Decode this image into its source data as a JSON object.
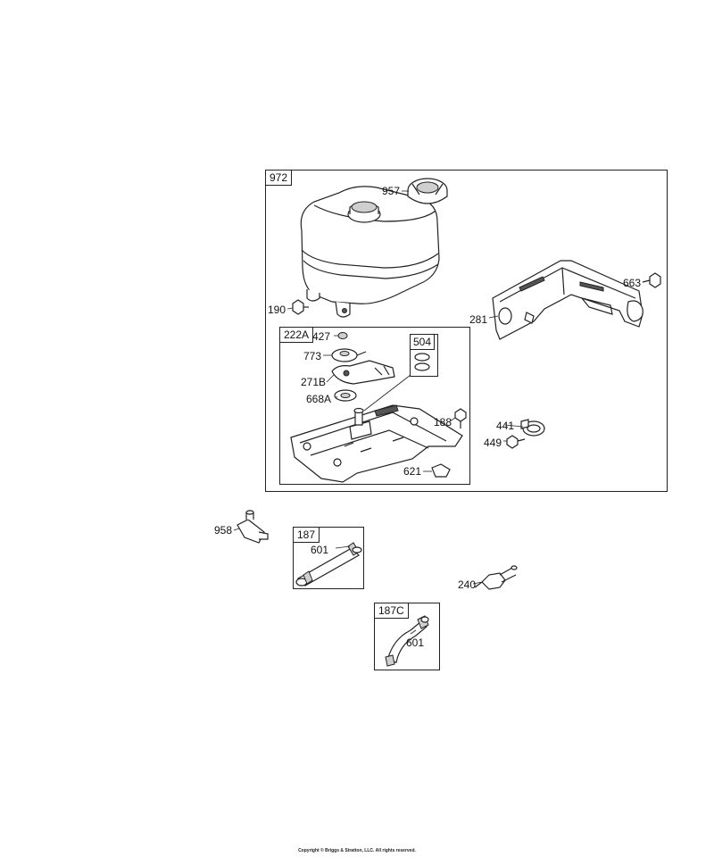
{
  "frames": {
    "main": "972",
    "base": "222A",
    "kit": "504",
    "hose": "187",
    "hose_c": "187C"
  },
  "parts": {
    "cap": "957",
    "screw_tank": "190",
    "screw_bracket": "663",
    "bracket": "281",
    "nut": "427",
    "cam": "773",
    "lever": "271B",
    "seal": "668A",
    "bolt": "188",
    "clamp": "441",
    "screw_clamp": "449",
    "clip": "621",
    "valve": "958",
    "hose_clamp_a": "601",
    "filter": "240",
    "hose_clamp_b": "601"
  },
  "copyright": "Copyright © Briggs & Stratton, LLC. All rights reserved."
}
